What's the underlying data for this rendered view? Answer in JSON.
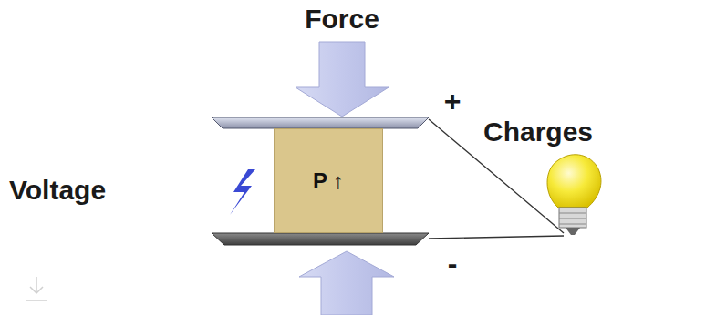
{
  "diagram": {
    "nodes": [
      {
        "text": [
          "P ↑"
        ]
      }
    ],
    "labels": [
      "Force",
      "+",
      "Charges",
      "Voltage",
      "-"
    ]
  }
}
